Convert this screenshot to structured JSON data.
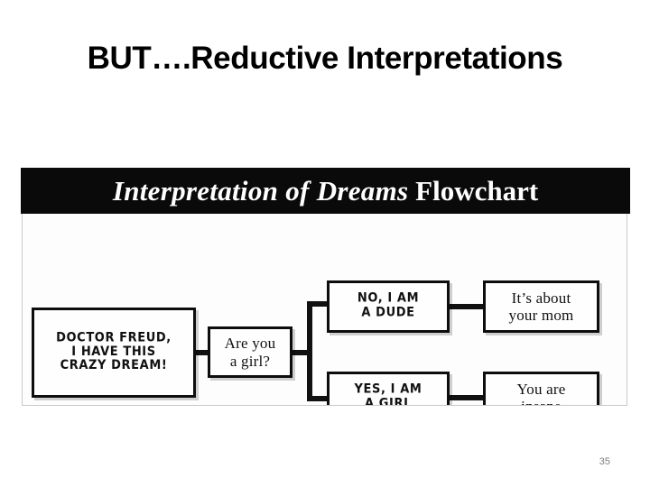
{
  "slide": {
    "title": "BUT….Reductive Interpretations",
    "number": "35"
  },
  "flowchart": {
    "header": {
      "italic_part": "Interpretation of Dreams",
      "upright_part": "Flowchart"
    },
    "nodes": [
      {
        "id": "dream",
        "label": "DOCTOR FREUD,\nI HAVE THIS\nCRAZY DREAM!",
        "style": "comic"
      },
      {
        "id": "question",
        "label": "Are you\na girl?",
        "style": "serif"
      },
      {
        "id": "no_dude",
        "label": "NO, I AM\nA DUDE",
        "style": "comic"
      },
      {
        "id": "yes_girl",
        "label": "YES, I AM\nA GIRL",
        "style": "comic"
      },
      {
        "id": "your_mom",
        "label": "It’s about\nyour mom",
        "style": "serif"
      },
      {
        "id": "insane",
        "label": "You are\ninsane",
        "style": "serif"
      }
    ],
    "edges": [
      {
        "from": "dream",
        "to": "question"
      },
      {
        "from": "question",
        "to": "no_dude"
      },
      {
        "from": "question",
        "to": "yes_girl"
      },
      {
        "from": "no_dude",
        "to": "your_mom"
      },
      {
        "from": "yes_girl",
        "to": "insane"
      }
    ],
    "colors": {
      "header_background": "#0a0a0a",
      "header_text": "#ffffff",
      "box_border": "#0d0d0d",
      "box_fill": "#fefefe",
      "connector": "#111111",
      "panel_background": "#fdfdfd"
    }
  }
}
